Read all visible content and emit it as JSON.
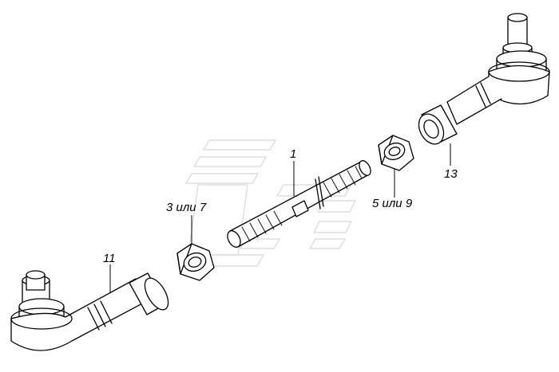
{
  "callouts": [
    {
      "id": "rod",
      "text": "1"
    },
    {
      "id": "nut-left",
      "text": "3 или 7"
    },
    {
      "id": "nut-right",
      "text": "5 или 9"
    },
    {
      "id": "tip-left",
      "text": "11"
    },
    {
      "id": "tip-right",
      "text": "13"
    }
  ],
  "colors": {
    "line": "#000000",
    "watermark": "#d8d8d8",
    "background": "#ffffff"
  }
}
